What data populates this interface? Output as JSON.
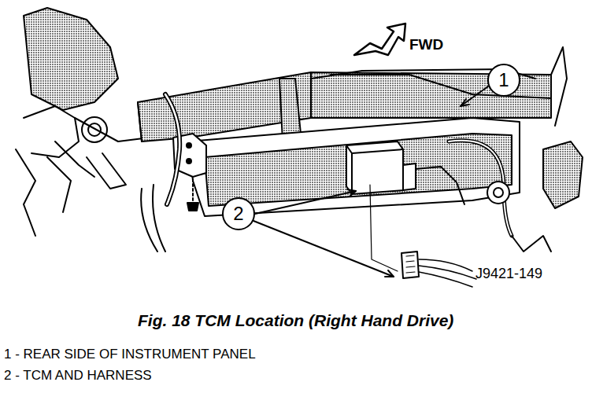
{
  "diagram": {
    "caption": "Fig. 18 TCM Location (Right Hand Drive)",
    "nodes": [
      {
        "text": [
          "1"
        ]
      },
      {
        "text": [
          "2"
        ]
      }
    ],
    "labels": [
      "FWD",
      "J9421-149",
      "1 - REAR SIDE OF INSTRUMENT PANEL",
      "2 - TCM AND HARNESS"
    ]
  }
}
